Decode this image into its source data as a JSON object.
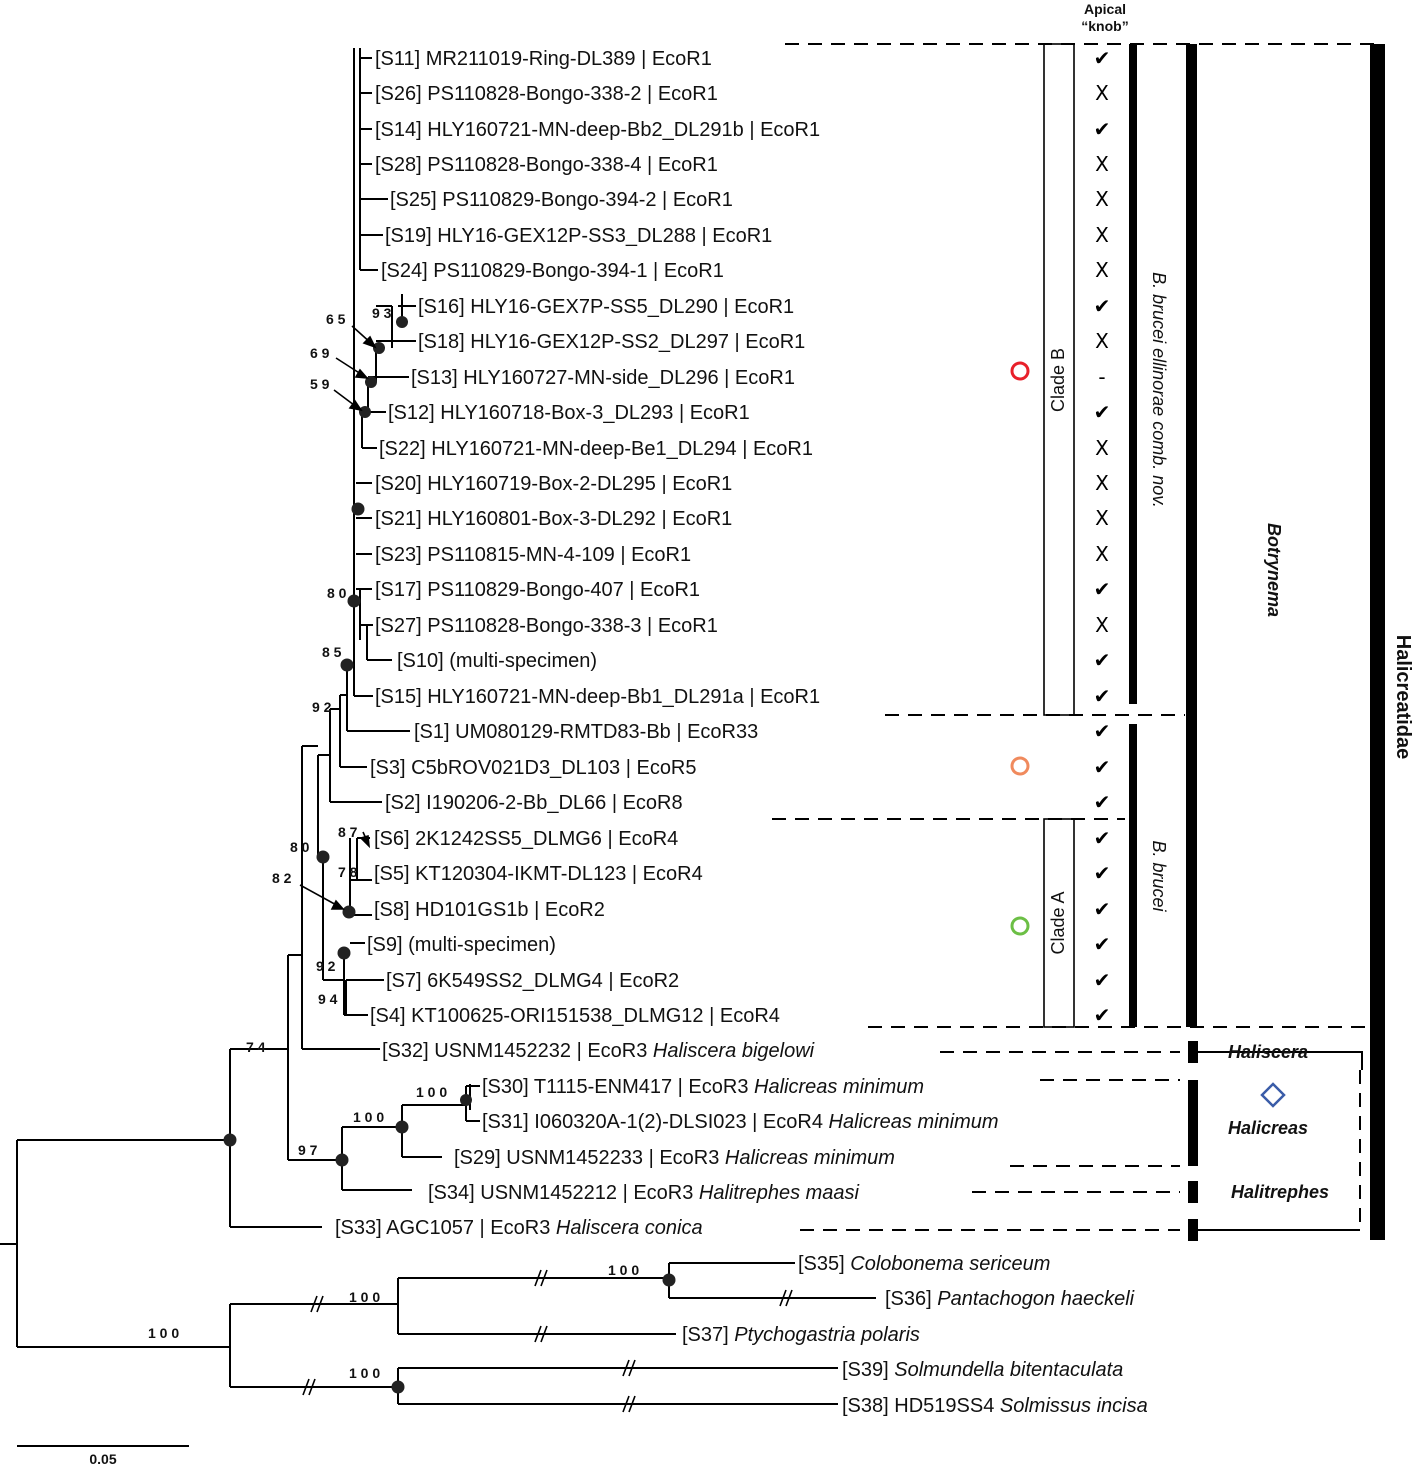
{
  "header": {
    "line1": "Apical",
    "line2": "“knob”"
  },
  "leaves": [
    {
      "id": "S11",
      "code": "[S11]",
      "text": "MR211019-Ring-DL389 | EcoR1",
      "species": "",
      "knob": "✔"
    },
    {
      "id": "S26",
      "code": "[S26]",
      "text": "PS110828-Bongo-338-2 | EcoR1",
      "species": "",
      "knob": "X"
    },
    {
      "id": "S14",
      "code": "[S14]",
      "text": "HLY160721-MN-deep-Bb2_DL291b | EcoR1",
      "species": "",
      "knob": "✔"
    },
    {
      "id": "S28",
      "code": "[S28]",
      "text": "PS110828-Bongo-338-4 | EcoR1",
      "species": "",
      "knob": "X"
    },
    {
      "id": "S25",
      "code": "[S25]",
      "text": "PS110829-Bongo-394-2 | EcoR1",
      "species": "",
      "knob": "X"
    },
    {
      "id": "S19",
      "code": "[S19]",
      "text": "HLY16-GEX12P-SS3_DL288 | EcoR1",
      "species": "",
      "knob": "X"
    },
    {
      "id": "S24",
      "code": "[S24]",
      "text": "PS110829-Bongo-394-1 | EcoR1",
      "species": "",
      "knob": "X"
    },
    {
      "id": "S16",
      "code": "[S16]",
      "text": "HLY16-GEX7P-SS5_DL290 | EcoR1",
      "species": "",
      "knob": "✔"
    },
    {
      "id": "S18",
      "code": "[S18]",
      "text": "HLY16-GEX12P-SS2_DL297 | EcoR1",
      "species": "",
      "knob": "X"
    },
    {
      "id": "S13",
      "code": "[S13]",
      "text": "HLY160727-MN-side_DL296 | EcoR1",
      "species": "",
      "knob": "-"
    },
    {
      "id": "S12",
      "code": "[S12]",
      "text": "HLY160718-Box-3_DL293 | EcoR1",
      "species": "",
      "knob": "✔"
    },
    {
      "id": "S22",
      "code": "[S22]",
      "text": "HLY160721-MN-deep-Be1_DL294 | EcoR1",
      "species": "",
      "knob": "X"
    },
    {
      "id": "S20",
      "code": "[S20]",
      "text": "HLY160719-Box-2-DL295 | EcoR1",
      "species": "",
      "knob": "X"
    },
    {
      "id": "S21",
      "code": "[S21]",
      "text": "HLY160801-Box-3-DL292 | EcoR1",
      "species": "",
      "knob": "X"
    },
    {
      "id": "S23",
      "code": "[S23]",
      "text": "PS110815-MN-4-109 | EcoR1",
      "species": "",
      "knob": "X"
    },
    {
      "id": "S17",
      "code": "[S17]",
      "text": "PS110829-Bongo-407 | EcoR1",
      "species": "",
      "knob": "✔"
    },
    {
      "id": "S27",
      "code": "[S27]",
      "text": "PS110828-Bongo-338-3 | EcoR1",
      "species": "",
      "knob": "X"
    },
    {
      "id": "S10",
      "code": "[S10]",
      "text": "(multi-specimen)",
      "species": "",
      "knob": "✔"
    },
    {
      "id": "S15",
      "code": "[S15]",
      "text": "HLY160721-MN-deep-Bb1_DL291a | EcoR1",
      "species": "",
      "knob": "✔"
    },
    {
      "id": "S1",
      "code": "[S1]",
      "text": "UM080129-RMTD83-Bb | EcoR33",
      "species": "",
      "knob": "✔"
    },
    {
      "id": "S3",
      "code": "[S3]",
      "text": "C5bROV021D3_DL103 | EcoR5",
      "species": "",
      "knob": "✔"
    },
    {
      "id": "S2",
      "code": "[S2]",
      "text": "I190206-2-Bb_DL66 | EcoR8",
      "species": "",
      "knob": "✔"
    },
    {
      "id": "S6",
      "code": "[S6]",
      "text": "2K1242SS5_DLMG6 | EcoR4",
      "species": "",
      "knob": "✔"
    },
    {
      "id": "S5",
      "code": "[S5]",
      "text": "KT120304-IKMT-DL123 | EcoR4",
      "species": "",
      "knob": "✔"
    },
    {
      "id": "S8",
      "code": "[S8]",
      "text": "HD101GS1b | EcoR2",
      "species": "",
      "knob": "✔"
    },
    {
      "id": "S9",
      "code": "[S9]",
      "text": "(multi-specimen)",
      "species": "",
      "knob": "✔"
    },
    {
      "id": "S7",
      "code": "[S7]",
      "text": "6K549SS2_DLMG4 | EcoR2",
      "species": "",
      "knob": "✔"
    },
    {
      "id": "S4",
      "code": "[S4]",
      "text": "KT100625-ORI151538_DLMG12 | EcoR4",
      "species": "",
      "knob": "✔"
    },
    {
      "id": "S32",
      "code": "[S32]",
      "text": "USNM1452232 | EcoR3",
      "species": "Haliscera bigelowi",
      "knob": ""
    },
    {
      "id": "S30",
      "code": "[S30]",
      "text": "T1115-ENM417 | EcoR3",
      "species": "Halicreas minimum",
      "knob": ""
    },
    {
      "id": "S31",
      "code": "[S31]",
      "text": "I060320A-1(2)-DLSI023 | EcoR4",
      "species": "Halicreas minimum",
      "knob": ""
    },
    {
      "id": "S29",
      "code": "[S29]",
      "text": "USNM1452233 | EcoR3",
      "species": "Halicreas minimum",
      "knob": ""
    },
    {
      "id": "S34",
      "code": "[S34]",
      "text": "USNM1452212 | EcoR3",
      "species": "Halitrephes maasi",
      "knob": ""
    },
    {
      "id": "S33",
      "code": "[S33]",
      "text": "AGC1057 | EcoR3",
      "species": "Haliscera conica",
      "knob": ""
    },
    {
      "id": "S35",
      "code": "[S35]",
      "text": "",
      "species": "Colobonema sericeum",
      "knob": ""
    },
    {
      "id": "S36",
      "code": "[S36]",
      "text": "",
      "species": "Pantachogon haeckeli",
      "knob": ""
    },
    {
      "id": "S37",
      "code": "[S37]",
      "text": "",
      "species": "Ptychogastria polaris",
      "knob": ""
    },
    {
      "id": "S39",
      "code": "[S39]",
      "text": "",
      "species": "Solmundella bitentaculata",
      "knob": ""
    },
    {
      "id": "S38",
      "code": "[S38]",
      "text": "HD519SS4",
      "species": "Solmissus incisa",
      "knob": ""
    }
  ],
  "bootstrap": {
    "b65": "6 5",
    "b69": "6 9",
    "b59": "5 9",
    "b93": "9 3",
    "b80a": "8 0",
    "b85": "8 5",
    "b92a": "9 2",
    "b87": "8 7",
    "b78": "7 8",
    "b80b": "8 0",
    "b82": "8 2",
    "b92b": "9 2",
    "b94": "9 4",
    "b74": "7 4",
    "b100a": "1 0 0",
    "b100b": "1 0 0",
    "b97": "9 7",
    "b100c": "1 0 0",
    "b100d": "1 0 0",
    "b100e": "1 0 0",
    "b100f": "1 0 0"
  },
  "clades": {
    "cladeB": "Clade B",
    "cladeA": "Clade A"
  },
  "markers": {
    "red": "#e8202a",
    "orange": "#f08a5d",
    "green": "#6cbf45",
    "blue": "#3a5ca8"
  },
  "groups": {
    "ellinorae": "B. brucei ellinorae comb. nov.",
    "brucei": "B. brucei",
    "botrynema": "Botrynema",
    "haliscera": "Haliscera",
    "halicreas": "Halicreas",
    "halitrephes": "Halitrephes",
    "family": "Halicreatidae"
  },
  "scale": {
    "label": "0.05",
    "value": 0.05
  }
}
